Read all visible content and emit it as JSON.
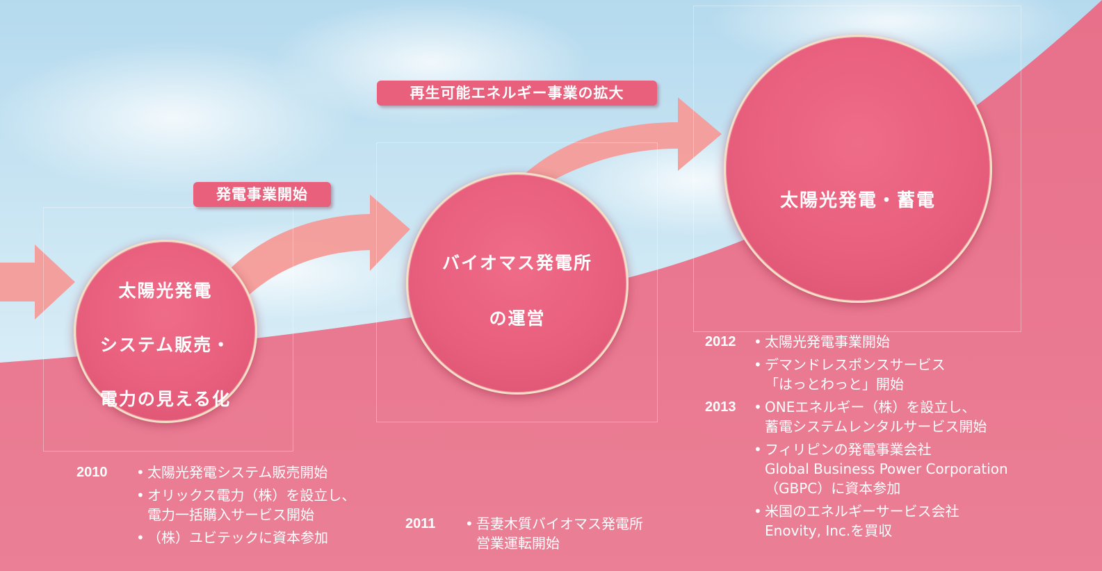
{
  "colors": {
    "sky_top": "#b8dcee",
    "sky_bottom": "#d7ebf5",
    "pink_field": "#e7768e",
    "circle": "#e9607d",
    "circle_border": "#f3dfc6",
    "arrow": "#f49b98",
    "label_bg": "#e9607d",
    "text": "#ffffff"
  },
  "stages": [
    {
      "lines": [
        "太陽光発電",
        "システム販売・",
        "電力の見える化"
      ]
    },
    {
      "lines": [
        "バイオマス発電所",
        "の運営"
      ]
    },
    {
      "lines": [
        "太陽光発電・蓄電"
      ]
    }
  ],
  "labels": {
    "power_generation_start": "発電事業開始",
    "renewable_expansion": "再生可能エネルギー事業の拡大"
  },
  "history": [
    {
      "year": "2010",
      "items": [
        [
          "太陽光発電システム販売開始"
        ],
        [
          "オリックス電力（株）を設立し、",
          "電力一括購入サービス開始"
        ],
        [
          "（株）ユビテックに資本参加"
        ]
      ]
    },
    {
      "year": "2011",
      "items": [
        [
          "吾妻木質バイオマス発電所",
          "営業運転開始"
        ]
      ]
    },
    {
      "year": "2012",
      "items": [
        [
          "太陽光発電事業開始"
        ],
        [
          "デマンドレスポンスサービス",
          "「はっとわっと」開始"
        ]
      ]
    },
    {
      "year": "2013",
      "items": [
        [
          "ONEエネルギー（株）を設立し、",
          "蓄電システムレンタルサービス開始"
        ],
        [
          "フィリピンの発電事業会社",
          "Global Business Power Corporation",
          "（GBPC）に資本参加"
        ],
        [
          "米国のエネルギーサービス会社",
          "Enovity, Inc.を買収"
        ]
      ]
    }
  ]
}
